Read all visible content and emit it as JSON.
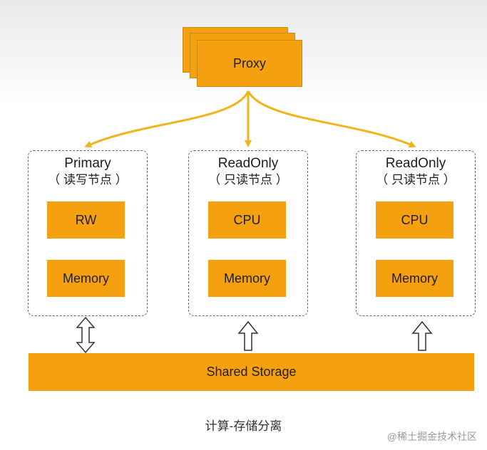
{
  "proxy": {
    "label": "Proxy"
  },
  "nodes": [
    {
      "title": "Primary",
      "subtitle": "（ 读写节点 ）",
      "items": [
        "RW",
        "Memory"
      ]
    },
    {
      "title": "ReadOnly",
      "subtitle": "（ 只读节点 ）",
      "items": [
        "CPU",
        "Memory"
      ]
    },
    {
      "title": "ReadOnly",
      "subtitle": "（ 只读节点 ）",
      "items": [
        "CPU",
        "Memory"
      ]
    }
  ],
  "storage": {
    "label": "Shared Storage"
  },
  "caption": "计算-存储分离",
  "watermark": "@稀土掘金技术社区",
  "colors": {
    "accent": "#f5a10f",
    "arrow": "#f0b41e",
    "border": "#666666"
  }
}
